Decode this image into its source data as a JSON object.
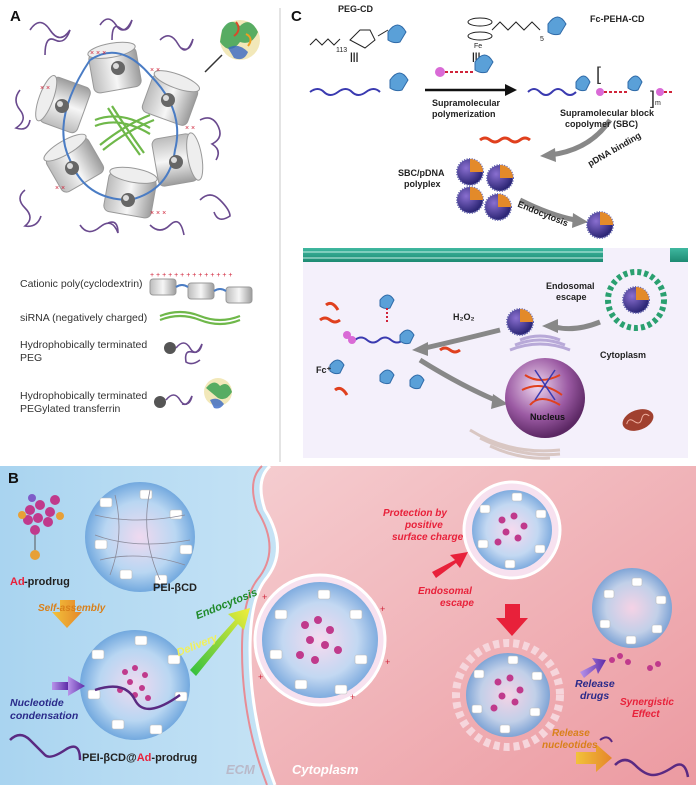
{
  "panels": {
    "a": "A",
    "b": "B",
    "c": "C"
  },
  "panel_a": {
    "legend": [
      {
        "text": "Cationic poly(cyclodextrin)"
      },
      {
        "text": "siRNA (negatively charged)"
      },
      {
        "text": "Hydrophobically terminated",
        "text2": "PEG"
      },
      {
        "text": "Hydrophobically terminated",
        "text2": "PEGylated transferrin"
      }
    ]
  },
  "panel_c": {
    "peg_cd": "PEG-CD",
    "fc_peha_cd": "Fc-PEHA-CD",
    "sub_113": "113",
    "sub_5": "5",
    "sub_m": "m",
    "fe": "Fe",
    "supra_poly_1": "Supramolecular",
    "supra_poly_2": "polymerization",
    "sbc_1": "Supramolecular block",
    "sbc_2": "copolymer (SBC)",
    "pdna_binding": "pDNA binding",
    "polyplex_1": "SBC/pDNA",
    "polyplex_2": "polyplex",
    "endocytosis": "Endocytosis",
    "endo_escape_1": "Endosomal",
    "endo_escape_2": "escape",
    "h2o2": "H₂O₂",
    "fc_plus": "Fc⁺",
    "cytoplasm": "Cytoplasm",
    "nucleus": "Nucleus"
  },
  "panel_b": {
    "ad_prodrug": "Ad-prodrug",
    "pei_bcd": "PEI-βCD",
    "self_assembly": "Self-assembly",
    "delivery": "Delivery",
    "endocytosis": "Endocytosis",
    "nucleotide_1": "Nucleotide",
    "nucleotide_2": "condensation",
    "pei_bcd_ad": "PEI-βCD@",
    "pei_bcd_ad_2": "Ad",
    "pei_bcd_ad_3": "-prodrug",
    "ecm": "ECM",
    "cytoplasm": "Cytoplasm",
    "protection_1": "Protection by",
    "protection_2": "positive",
    "protection_3": "surface charge",
    "endo_escape_1": "Endosomal",
    "endo_escape_2": "escape",
    "release_drugs_1": "Release",
    "release_drugs_2": "drugs",
    "synergistic_1": "Synergistic",
    "synergistic_2": "Effect",
    "release_nuc_1": "Release",
    "release_nuc_2": "nucleotides"
  },
  "colors": {
    "purple": "#6a4a8e",
    "red_minus": "#d0243a",
    "green": "#5aa830",
    "cytoplasm_bg": "#f2c6c9",
    "ecm_bg": "#c9e3f4"
  }
}
